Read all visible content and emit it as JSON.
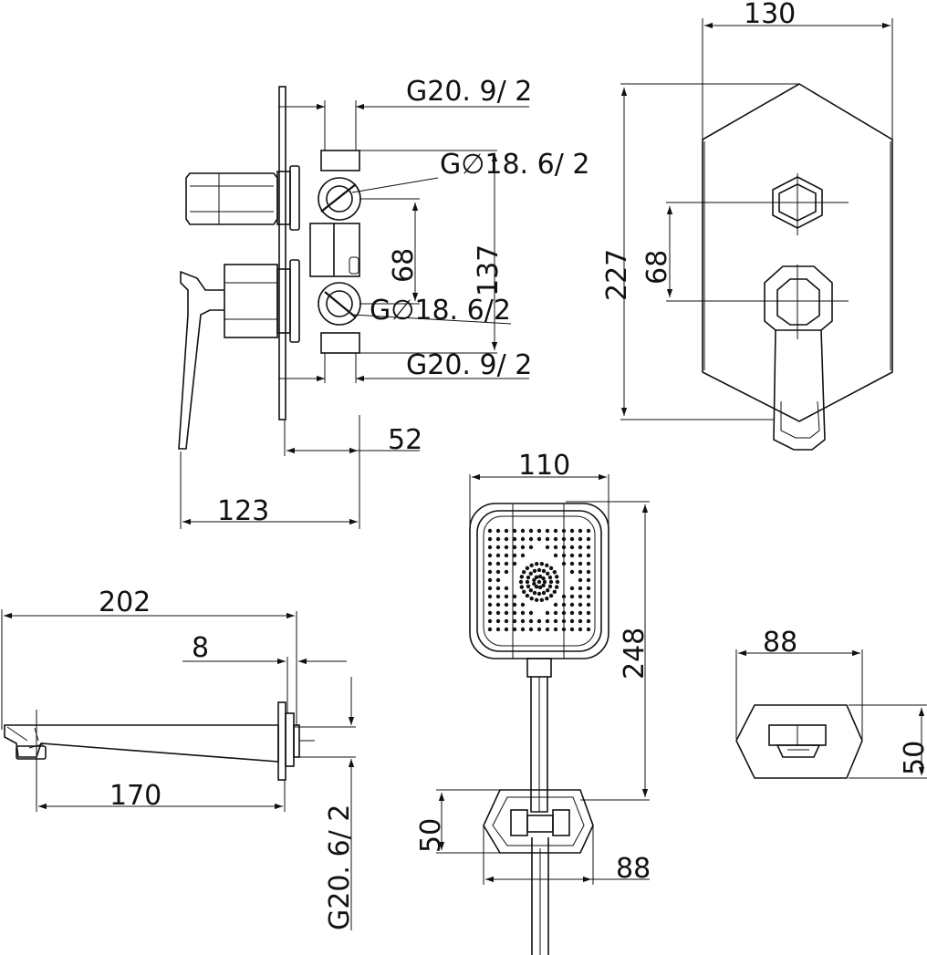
{
  "dimensions": {
    "mixer_side": {
      "outlet_top": "G20. 9/ 2",
      "outlet_upper_bore": "G∅18. 6/ 2",
      "outlet_lower_bore": "G∅18. 6/2",
      "outlet_bottom": "G20. 9/ 2",
      "spindle_spacing": "68",
      "body_height": "137",
      "wall_depth": "52",
      "overall_depth": "123"
    },
    "mixer_front": {
      "plate_width": "130",
      "plate_height": "227",
      "spindle_spacing": "68"
    },
    "spout_side": {
      "overall_length": "202",
      "plate_thickness": "8",
      "projection": "170",
      "thread": "G20. 6/ 2"
    },
    "hand_shower": {
      "head_width": "110",
      "overall_height": "248",
      "bracket_height": "50",
      "bracket_width": "88"
    },
    "spout_front": {
      "width": "88",
      "height": "50"
    }
  }
}
